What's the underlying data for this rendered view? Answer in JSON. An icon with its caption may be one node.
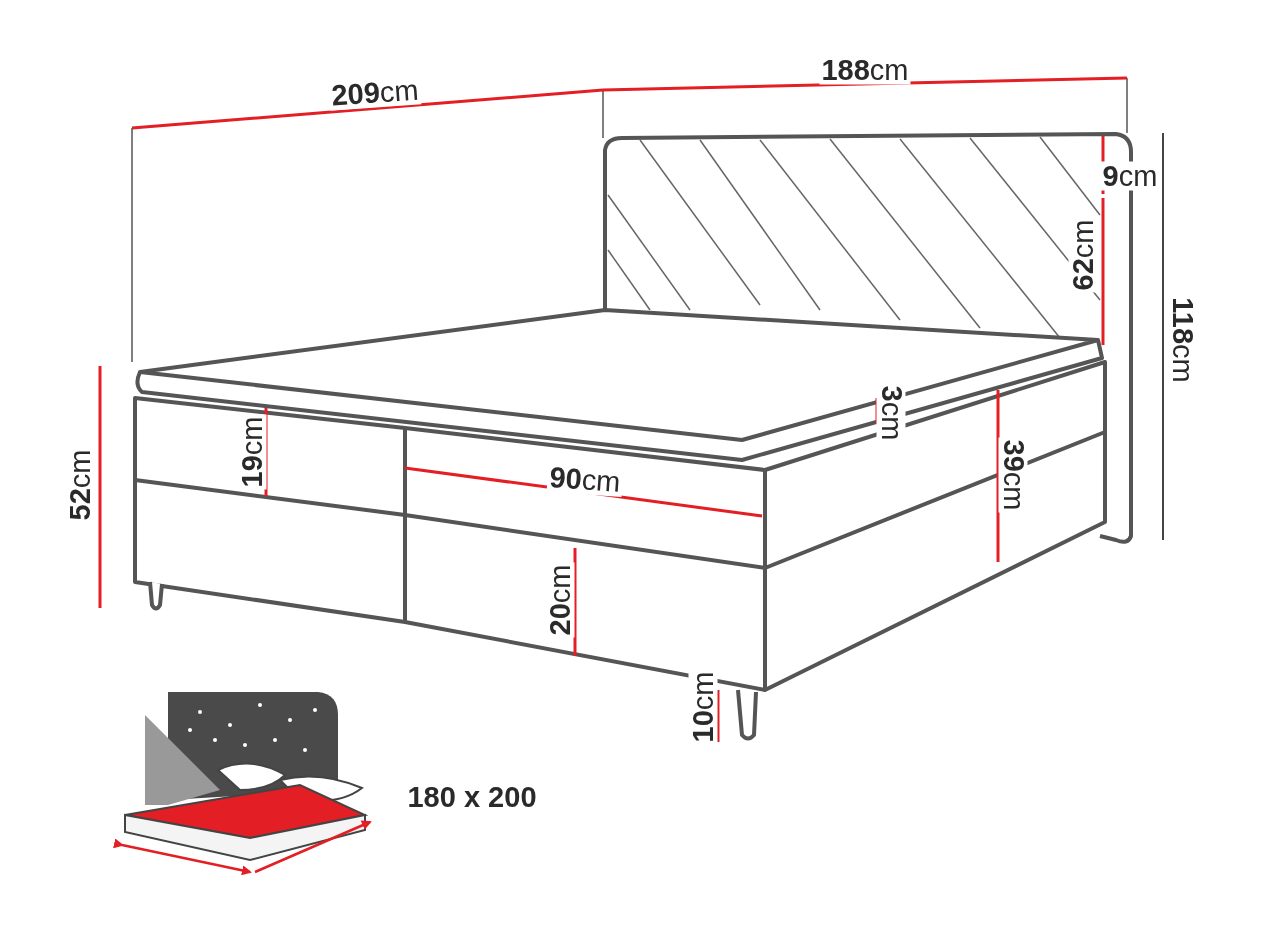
{
  "diagram": {
    "labels": [
      "**209**cm",
      "**188**cm",
      "**9**cm",
      "**62**cm",
      "**118**cm",
      "**3**cm",
      "**39**cm",
      "**19**cm",
      "**90**cm",
      "**52**cm",
      "**20**cm",
      "**10**cm",
      "**180 x 200**"
    ]
  }
}
